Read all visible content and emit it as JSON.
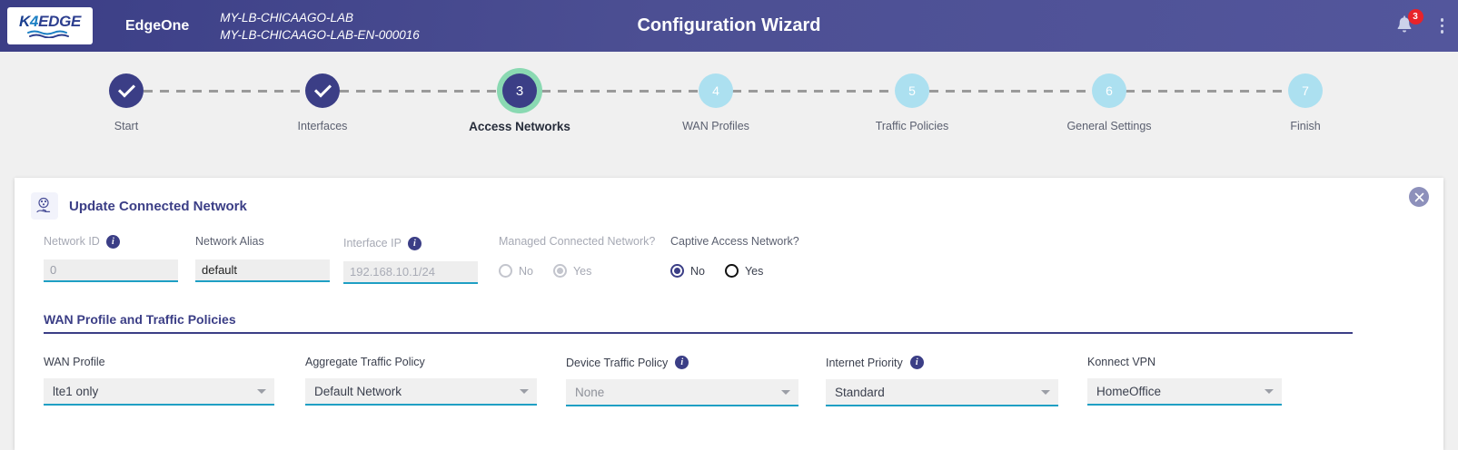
{
  "header": {
    "logo": {
      "k": "K",
      "four": "4",
      "edge": "EDGE",
      "alt": "k4edge-logo"
    },
    "brand": "EdgeOne",
    "device_name": "MY-LB-CHICAAGO-LAB",
    "device_id": "MY-LB-CHICAAGO-LAB-EN-000016",
    "title": "Configuration Wizard",
    "notification_count": "3",
    "accent": "#3b3e86",
    "badge_color": "#e8232a"
  },
  "stepper": {
    "steps": [
      {
        "num": "1",
        "label": "Start",
        "state": "done"
      },
      {
        "num": "2",
        "label": "Interfaces",
        "state": "done"
      },
      {
        "num": "3",
        "label": "Access Networks",
        "state": "active"
      },
      {
        "num": "4",
        "label": "WAN Profiles",
        "state": "todo"
      },
      {
        "num": "5",
        "label": "Traffic Policies",
        "state": "todo"
      },
      {
        "num": "6",
        "label": "General Settings",
        "state": "todo"
      },
      {
        "num": "7",
        "label": "Finish",
        "state": "todo"
      }
    ],
    "active_ring_color": "#8ad9b2",
    "todo_color": "#ace0f0"
  },
  "card": {
    "title": "Update Connected Network",
    "icon": "connected-network-icon",
    "close": "✕",
    "fields": {
      "network_id": {
        "label": "Network ID",
        "value": "0",
        "info": true,
        "disabled": true
      },
      "network_alias": {
        "label": "Network Alias",
        "value": "default",
        "info": false,
        "disabled": false
      },
      "interface_ip": {
        "label": "Interface IP",
        "value": "192.168.10.1/24",
        "info": true,
        "disabled": true
      },
      "managed_connected_network": {
        "label": "Managed Connected Network?",
        "disabled": true,
        "options": [
          "No",
          "Yes"
        ],
        "selected": "Yes"
      },
      "captive_access_network": {
        "label": "Captive Access Network?",
        "disabled": false,
        "options": [
          "No",
          "Yes"
        ],
        "selected": "No"
      }
    },
    "section_title": "WAN Profile and Traffic Policies",
    "selects": [
      {
        "label": "WAN Profile",
        "value": "lte1 only",
        "info": false,
        "placeholder": false
      },
      {
        "label": "Aggregate Traffic Policy",
        "value": "Default Network",
        "info": false,
        "placeholder": false
      },
      {
        "label": "Device Traffic Policy",
        "value": "None",
        "info": true,
        "placeholder": true
      },
      {
        "label": "Internet Priority",
        "value": "Standard",
        "info": true,
        "placeholder": false
      },
      {
        "label": "Konnect VPN",
        "value": "HomeOffice",
        "info": false,
        "placeholder": false
      }
    ]
  }
}
